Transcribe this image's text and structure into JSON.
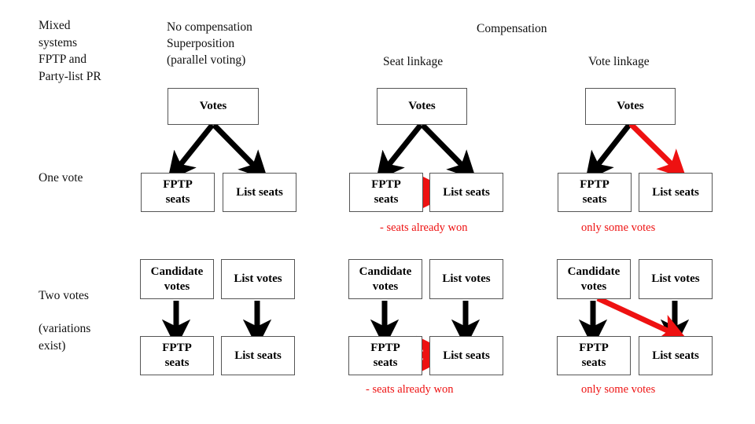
{
  "corner_label": "Mixed\nsystems\nFPTP and\nParty-list PR",
  "headers": {
    "no_compensation": "No compensation\nSuperposition\n(parallel voting)",
    "compensation": "Compensation",
    "seat_linkage": "Seat linkage",
    "vote_linkage": "Vote linkage"
  },
  "row_labels": {
    "one_vote": "One vote",
    "two_votes": "Two votes",
    "two_votes_note": "(variations\nexist)"
  },
  "boxes": {
    "votes": "Votes",
    "fptp_seats": "FPTP\nseats",
    "list_seats": "List seats",
    "candidate_votes": "Candidate\nvotes",
    "list_votes": "List votes"
  },
  "notes": {
    "seats_already_won": "- seats already won",
    "only_some_votes": "only some votes"
  },
  "colors": {
    "arrow_black": "#000000",
    "arrow_red": "#ee1111",
    "note_red": "#ee1111",
    "box_border": "#555555",
    "text": "#111111",
    "background": "#ffffff"
  }
}
